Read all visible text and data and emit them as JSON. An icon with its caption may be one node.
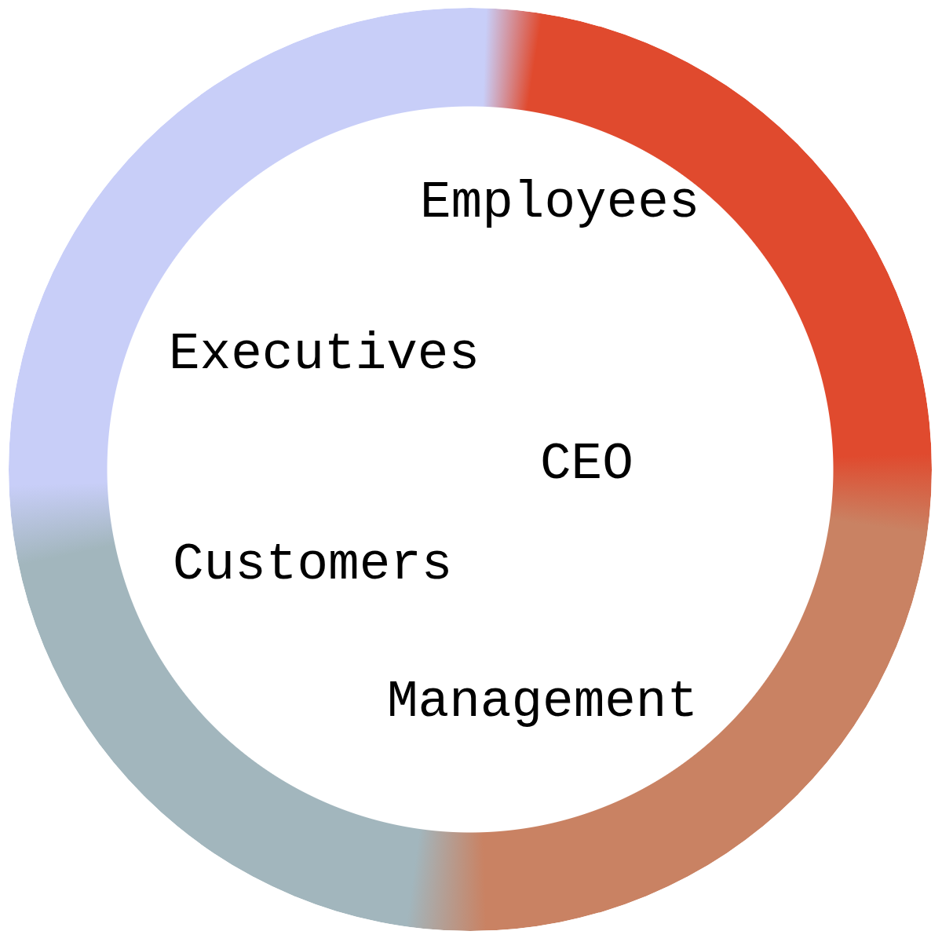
{
  "diagram": {
    "labels": [
      "Employees",
      "Executives",
      "CEO",
      "Customers",
      "Management"
    ]
  }
}
